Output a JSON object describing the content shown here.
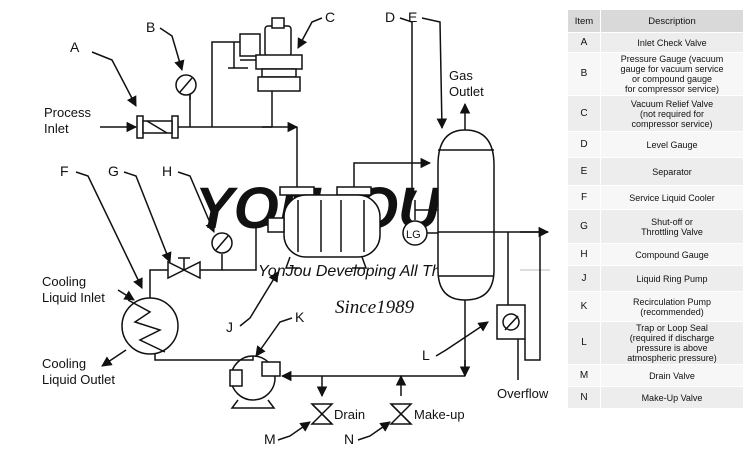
{
  "diagram": {
    "labels": {
      "process_inlet_1": "Process",
      "process_inlet_2": "Inlet",
      "gas_outlet_1": "Gas",
      "gas_outlet_2": "Outlet",
      "cooling_inlet_1": "Cooling",
      "cooling_inlet_2": "Liquid Inlet",
      "cooling_outlet_1": "Cooling",
      "cooling_outlet_2": "Liquid Outlet",
      "overflow": "Overflow",
      "drain": "Drain",
      "makeup": "Make-up",
      "level_gauge": "LG"
    },
    "letters": {
      "A": "A",
      "B": "B",
      "C": "C",
      "D": "D",
      "E": "E",
      "F": "F",
      "G": "G",
      "H": "H",
      "J": "J",
      "K": "K",
      "L": "L",
      "M": "M",
      "N": "N"
    }
  },
  "watermark": {
    "brand": "YONJOU",
    "slogan": "YonJou Developing All The Time",
    "since": "Since1989",
    "color": "#f2c8a0"
  },
  "legend": {
    "header": {
      "item": "Item",
      "description": "Description"
    },
    "rows": [
      {
        "item": "A",
        "lines": [
          "Inlet Check Valve"
        ]
      },
      {
        "item": "B",
        "lines": [
          "Pressure Gauge (vacuum",
          "gauge for vacuum service",
          "or compound gauge",
          "for compressor service)"
        ]
      },
      {
        "item": "C",
        "lines": [
          "Vacuum Relief Valve",
          "(not required for",
          "compressor service)"
        ]
      },
      {
        "item": "D",
        "lines": [
          "Level Gauge"
        ]
      },
      {
        "item": "E",
        "lines": [
          "Separator"
        ]
      },
      {
        "item": "F",
        "lines": [
          "Service Liquid Cooler"
        ]
      },
      {
        "item": "G",
        "lines": [
          "Shut-off or",
          "Throttling Valve"
        ]
      },
      {
        "item": "H",
        "lines": [
          "Compound Gauge"
        ]
      },
      {
        "item": "J",
        "lines": [
          "Liquid Ring Pump"
        ]
      },
      {
        "item": "K",
        "lines": [
          "Recirculation Pump",
          "(recommended)"
        ]
      },
      {
        "item": "L",
        "lines": [
          "Trap or Loop Seal",
          "(required  if discharge",
          "pressure is above",
          "atmospheric pressure)"
        ]
      },
      {
        "item": "M",
        "lines": [
          "Drain Valve"
        ]
      },
      {
        "item": "N",
        "lines": [
          "Make-Up Valve"
        ]
      }
    ]
  }
}
